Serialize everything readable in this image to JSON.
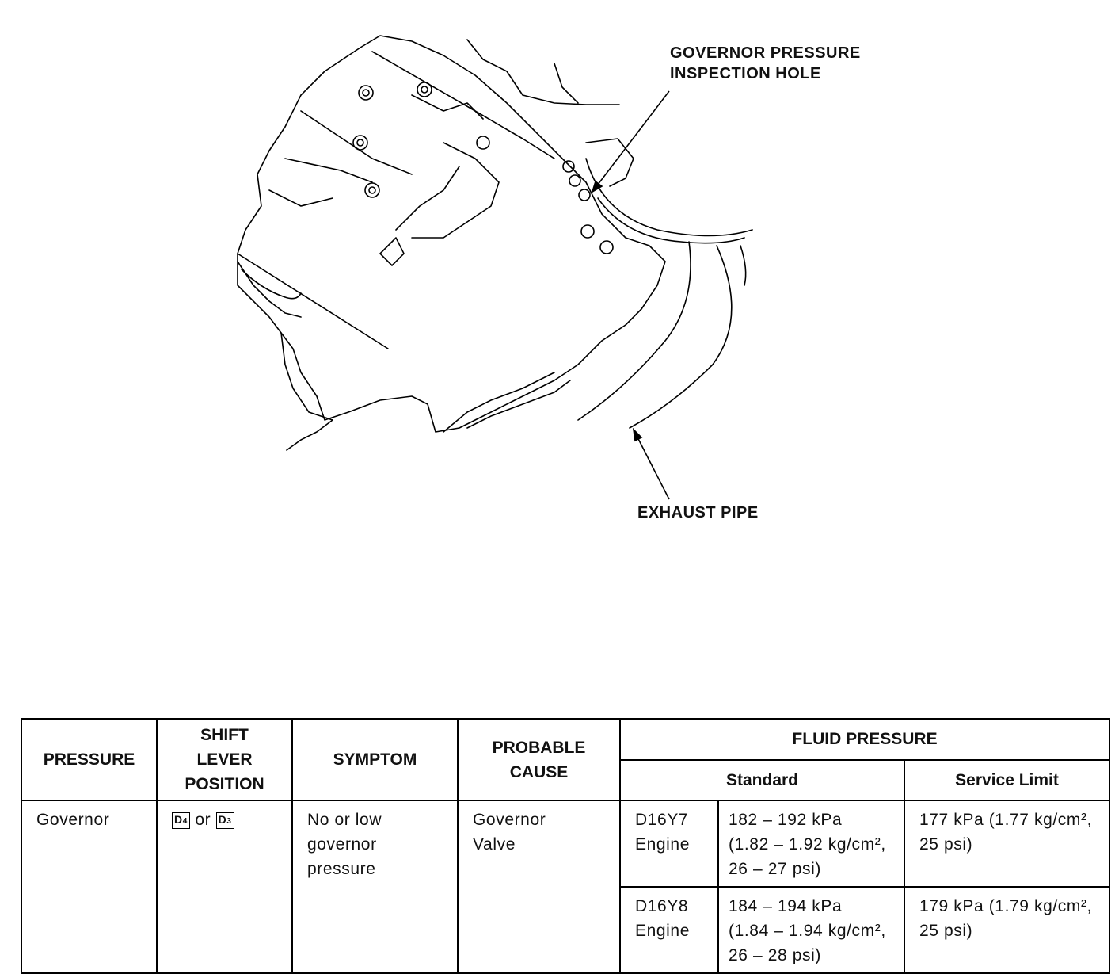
{
  "illustration": {
    "labels": {
      "governor_hole": "GOVERNOR PRESSURE\nINSPECTION HOLE",
      "exhaust_pipe": "EXHAUST PIPE"
    }
  },
  "table": {
    "headers": {
      "pressure": "PRESSURE",
      "shift_lever": "SHIFT\nLEVER\nPOSITION",
      "symptom": "SYMPTOM",
      "probable_cause": "PROBABLE\nCAUSE",
      "fluid_pressure": "FLUID PRESSURE",
      "standard": "Standard",
      "service_limit": "Service Limit"
    },
    "row": {
      "pressure": "Governor",
      "shift_position": {
        "first": "D",
        "first_sub": "4",
        "or": " or ",
        "second": "D",
        "second_sub": "3"
      },
      "symptom": "No or low\ngovernor\npressure",
      "probable_cause": "Governor\nValve",
      "engines": [
        {
          "engine": "D16Y7\nEngine",
          "standard": "182 – 192 kPa\n(1.82 – 1.92 kg/cm², \n26 – 27 psi)",
          "service_limit": "177 kPa (1.77 kg/cm²,\n25 psi)"
        },
        {
          "engine": "D16Y8\nEngine",
          "standard": "184 – 194 kPa\n(1.84 – 1.94 kg/cm²,\n26 – 28 psi)",
          "service_limit": "179 kPa (1.79 kg/cm²,\n25 psi)"
        }
      ]
    }
  }
}
